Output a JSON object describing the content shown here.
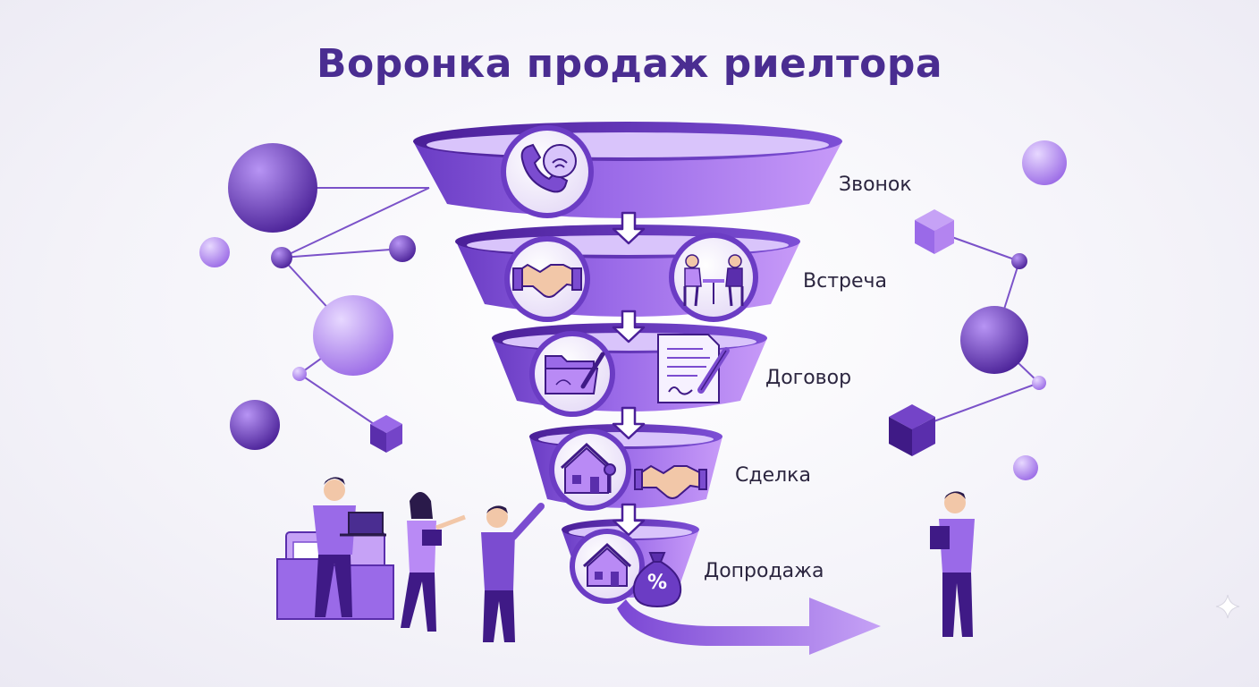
{
  "title": "Воронка продаж риелтора",
  "stages": [
    {
      "label": "Звонок",
      "icons": [
        "phone-chat-icon"
      ]
    },
    {
      "label": "Встреча",
      "icons": [
        "handshake-icon",
        "meeting-icon"
      ]
    },
    {
      "label": "Договор",
      "icons": [
        "folder-signing-icon",
        "contract-icon"
      ]
    },
    {
      "label": "Сделка",
      "icons": [
        "house-key-icon",
        "handshake-icon"
      ]
    },
    {
      "label": "Допродажа",
      "icons": [
        "house-icon",
        "money-bag-icon"
      ]
    }
  ],
  "money_bag_symbol": "%",
  "colors": {
    "title": "#4a2d91",
    "funnel": "#8f5fe0",
    "funnel_dark": "#5b2fb0",
    "accent": "#b98af5"
  }
}
